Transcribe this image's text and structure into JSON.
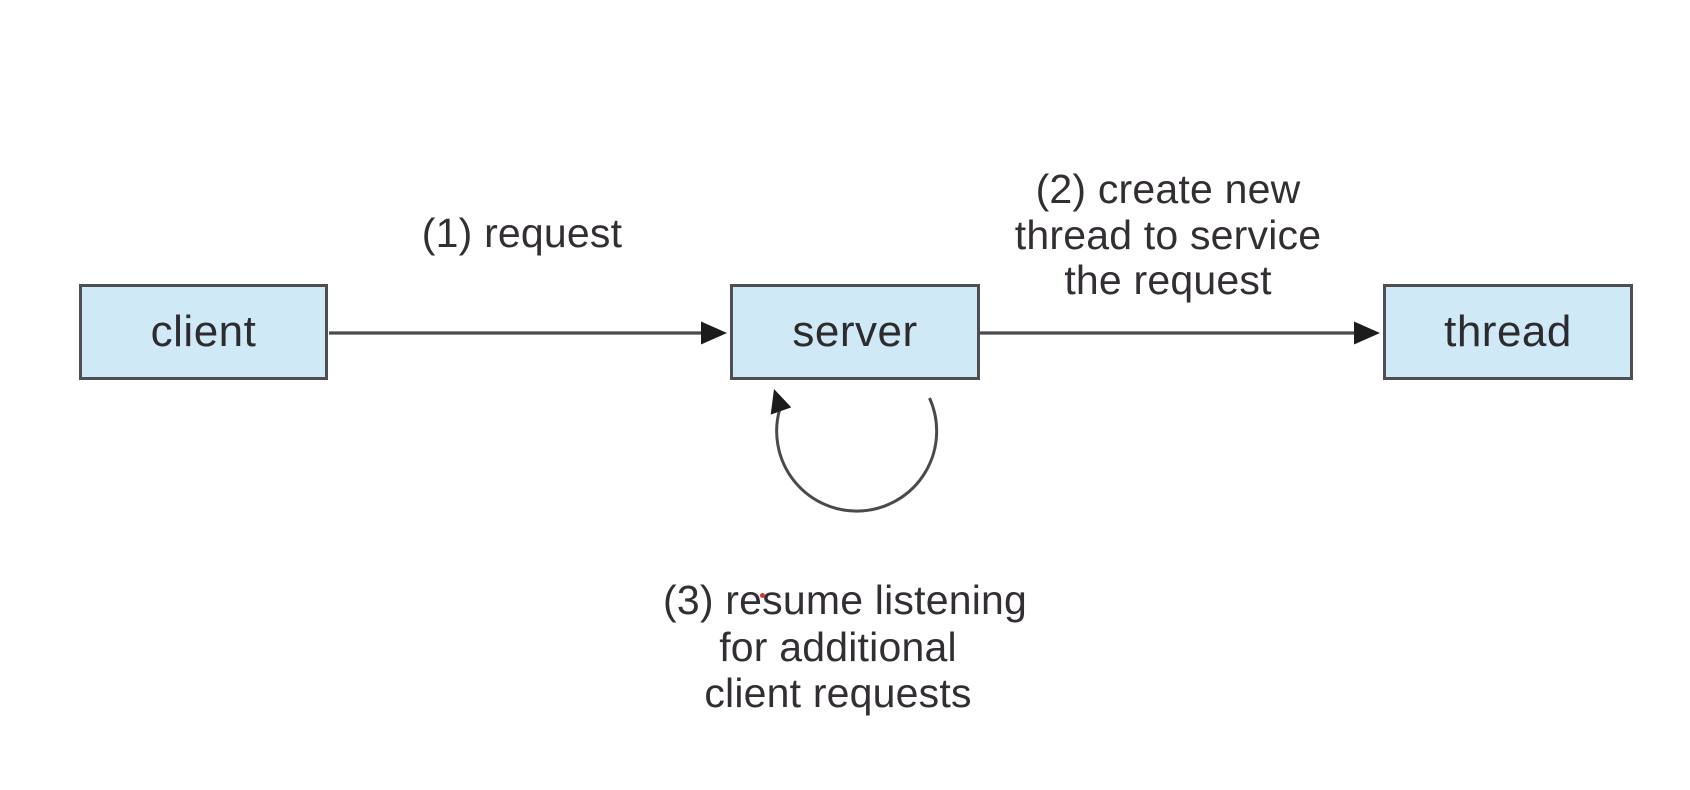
{
  "diagram": {
    "colors": {
      "canvas_bg": "#ffffff",
      "box_fill": "#cfe9f6",
      "box_border": "#4f4f51",
      "box_text": "#2e2b2f",
      "arrow_line": "#4a4a4a",
      "arrow_head": "#1c1c1c",
      "label_text": "#332e33",
      "speck_red": "#e03131"
    },
    "nodes": [
      {
        "id": "client",
        "label": "client"
      },
      {
        "id": "server",
        "label": "server"
      },
      {
        "id": "thread",
        "label": "thread"
      }
    ],
    "edges": [
      {
        "from": "client",
        "to": "server",
        "type": "straight-arrow",
        "label": "(1) request"
      },
      {
        "from": "server",
        "to": "thread",
        "type": "straight-arrow",
        "label": "(2) create new thread to service the request"
      },
      {
        "from": "server",
        "to": "server",
        "type": "self-loop-arrow",
        "label": "(3) resume listening for additional client requests"
      }
    ],
    "labels": {
      "request": {
        "line1": "(1) request"
      },
      "create_thread": {
        "line1": "(2) create new",
        "line2": "thread to service",
        "line3": "the request"
      },
      "resume_listening": {
        "line1": "(3) resume listening",
        "line2": "for additional",
        "line3": "client requests"
      }
    }
  }
}
